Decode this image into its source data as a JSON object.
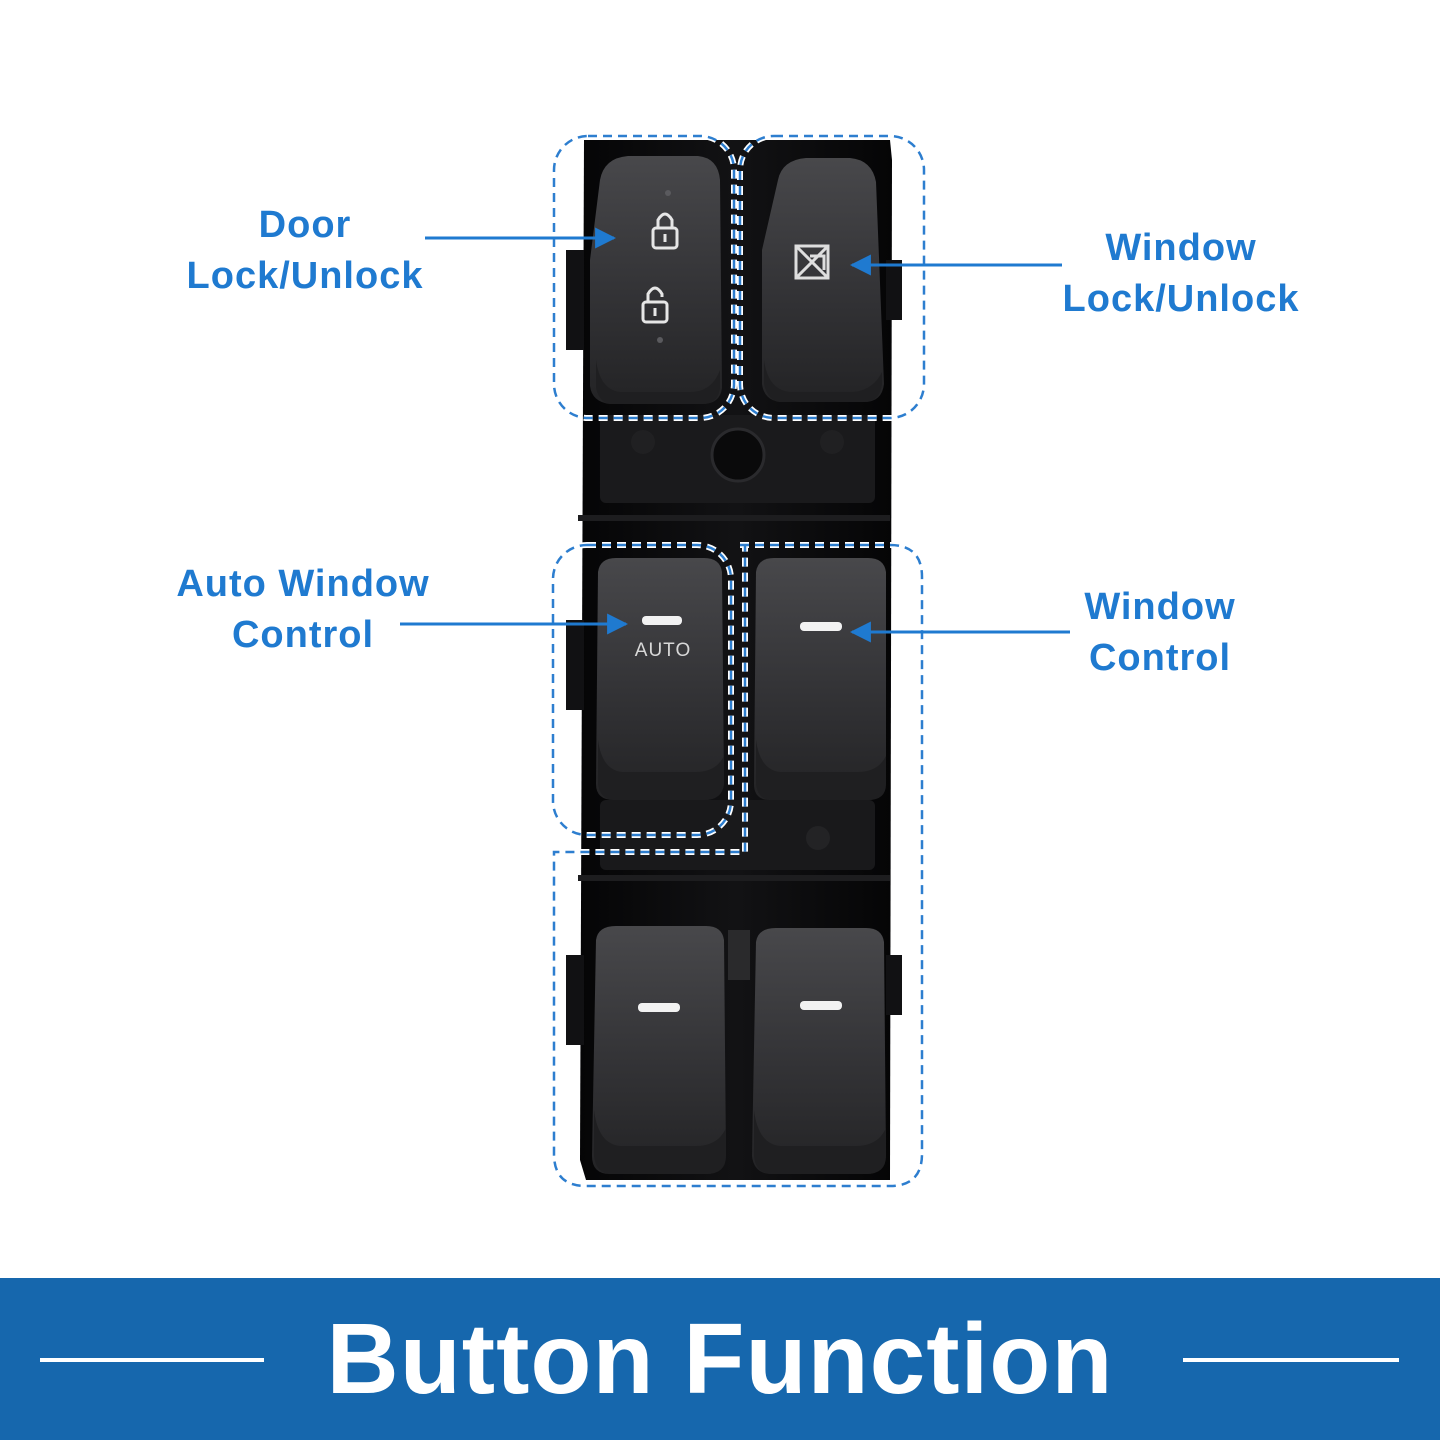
{
  "callouts": {
    "door_lock": {
      "line1": "Door",
      "line2": "Lock/Unlock"
    },
    "window_lock": {
      "line1": "Window",
      "line2": "Lock/Unlock"
    },
    "auto_window": {
      "line1": "Auto Window",
      "line2": "Control"
    },
    "window_control": {
      "line1": "Window",
      "line2": "Control"
    }
  },
  "switch": {
    "auto_text": "AUTO"
  },
  "footer": {
    "title": "Button Function"
  },
  "colors": {
    "accent": "#1f7ad0",
    "footer_bg": "#1667ad",
    "switch_body": "#0d0d0f",
    "button": "#333336"
  }
}
